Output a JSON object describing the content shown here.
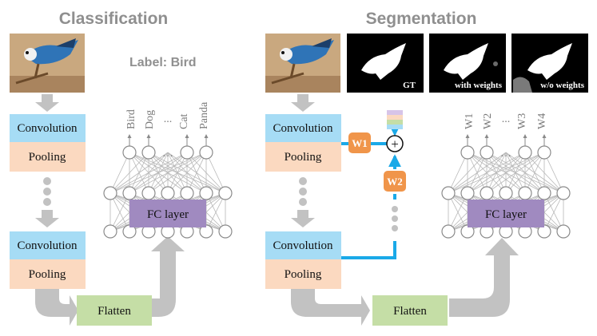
{
  "headings": {
    "classification": "Classification",
    "segmentation": "Segmentation"
  },
  "label_text": "Label: Bird",
  "blocks": {
    "convolution": "Convolution",
    "pooling": "Pooling",
    "flatten": "Flatten",
    "fc_layer": "FC layer"
  },
  "class_outputs": [
    "Bird",
    "Dog",
    "...",
    "Cat",
    "Panda"
  ],
  "weight_outputs": [
    "W1",
    "W2",
    "...",
    "W3",
    "W4"
  ],
  "masks": {
    "gt": "GT",
    "with_weights": "with weights",
    "without_weights": "w/o weights"
  },
  "weights": {
    "w1": "W1",
    "w2": "W2"
  },
  "sum_symbol": "+",
  "colors": {
    "convolution": "#a6dcf5",
    "pooling": "#fbd9c0",
    "flatten": "#c5dea6",
    "fc_layer": "#a08ac0",
    "weight_box": "#f0954a",
    "blue_arrow": "#1aa9e8",
    "grey_arrow": "#c2c2c2",
    "heading": "#8f8f8f"
  }
}
